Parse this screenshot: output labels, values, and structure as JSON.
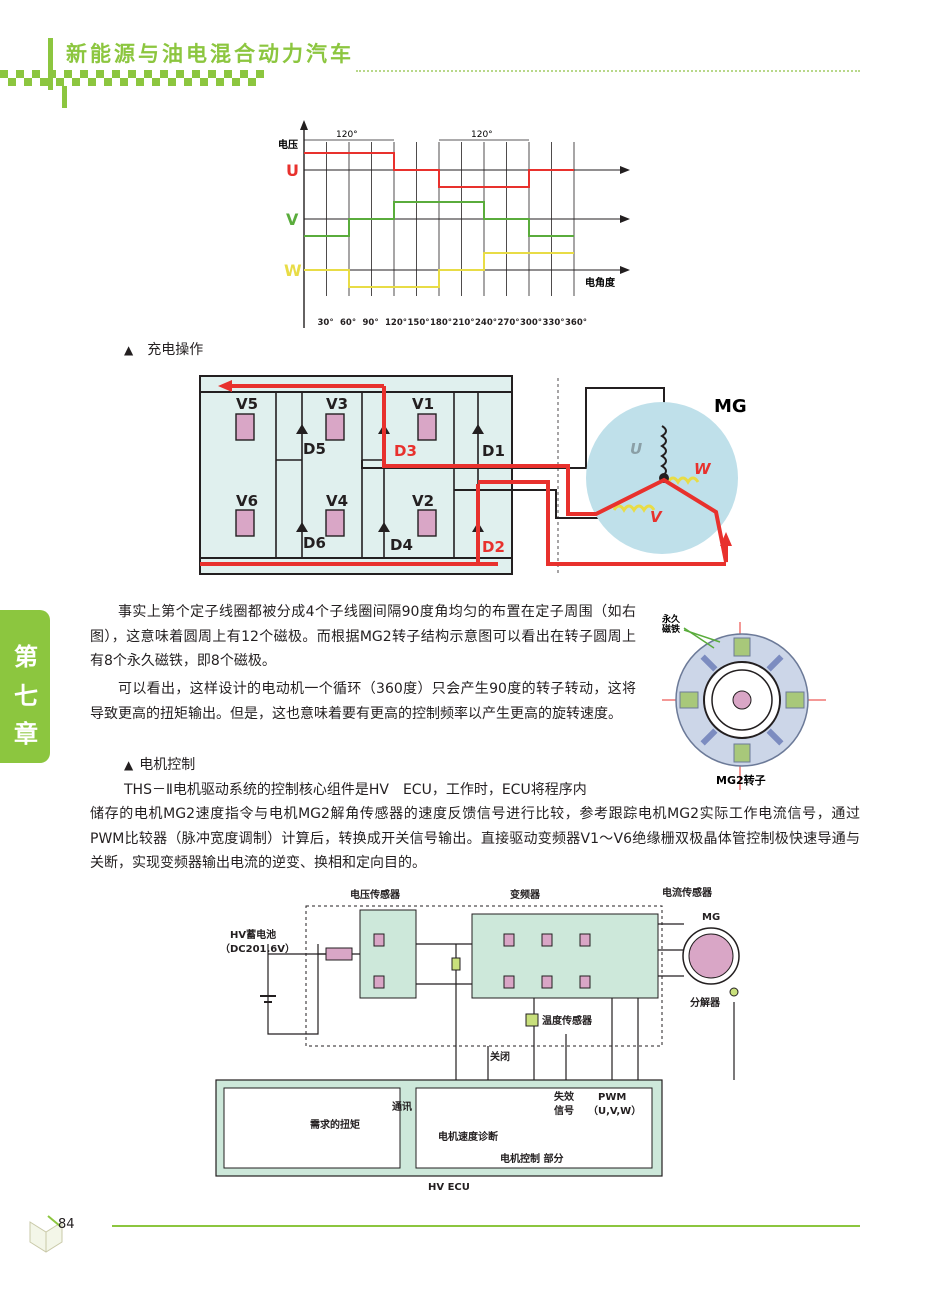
{
  "header": {
    "title": "新能源与油电混合动力汽车"
  },
  "chapter_tab": {
    "chars": [
      "第",
      "七",
      "章"
    ]
  },
  "waveform": {
    "y_label": "电压",
    "x_label": "电角度",
    "span_left": "120°",
    "span_right": "120°",
    "phases": [
      "U",
      "V",
      "W"
    ],
    "ticks": [
      "30°",
      "60°",
      "90°",
      "120°",
      "150°",
      "180°",
      "210°",
      "240°",
      "270°",
      "300°",
      "330°",
      "360°"
    ],
    "colors": {
      "U": "#e8312d",
      "V": "#5aac3c",
      "W": "#e8dc46"
    },
    "levels": {
      "U": [
        1,
        1,
        1,
        1,
        0,
        0,
        -1,
        -1,
        -1,
        -1,
        0,
        0
      ],
      "V": [
        -1,
        -1,
        0,
        0,
        1,
        1,
        1,
        1,
        0,
        0,
        -1,
        -1
      ],
      "W": [
        0,
        0,
        -1,
        -1,
        -1,
        -1,
        0,
        0,
        1,
        1,
        1,
        1
      ]
    }
  },
  "caption_charging": "充电操作",
  "inverter": {
    "transistors_top": [
      "V5",
      "V3",
      "V1"
    ],
    "transistors_bottom": [
      "V6",
      "V4",
      "V2"
    ],
    "diodes_top": [
      "D5",
      "D3",
      "D1"
    ],
    "diodes_bottom": [
      "D6",
      "D4",
      "D2"
    ],
    "motor_label": "MG",
    "phase_u": "U",
    "phase_v": "V",
    "phase_w": "W"
  },
  "rotor": {
    "magnet_label_line1": "永久",
    "magnet_label_line2": "磁铁",
    "caption": "MG2转子"
  },
  "paragraphs": [
    "事实上第个定子线圈都被分成4个子线圈间隔90度角均匀的布置在定子周围（如右图），这意味着圆周上有12个磁极。而根据MG2转子结构示意图可以看出在转子圆周上有8个永久磁铁，即8个磁极。",
    "可以看出，这样设计的电动机一个循环（360度）只会产生90度的转子转动，这将导致更高的扭矩输出。但是，这也意味着要有更高的控制频率以产生更高的旋转速度。"
  ],
  "heading_motor_control": "电机控制",
  "para_control_line1": "THS－Ⅱ电机驱动系统的控制核心组件是HV　ECU，工作时，ECU将程序内",
  "para_control_rest": "储存的电机MG2速度指令与电机MG2解角传感器的速度反馈信号进行比较，参考跟踪电机MG2实际工作电流信号，通过PWM比较器（脉冲宽度调制）计算后，转换成开关信号输出。直接驱动变频器V1～V6绝缘栅双极晶体管控制极快速导通与关断，实现变频器输出电流的逆变、换相和定向目的。",
  "control_diagram": {
    "voltage_sensor": "电压传感器",
    "inverter": "变频器",
    "current_sensor": "电流传感器",
    "mg": "MG",
    "battery_line1": "HV蓄电池",
    "battery_line2": "（DC201.6V）",
    "resolver": "分解器",
    "temp_sensor": "温度传感器",
    "shutdown": "关闭",
    "comm": "通讯",
    "fail_line1": "失效",
    "fail_line2": "信号",
    "pwm_line1": "PWM",
    "pwm_line2": "（U,V,W）",
    "torque": "需求的扭矩",
    "speed_diag": "电机速度诊断",
    "motor_ctrl": "电机控制 部分",
    "ecu": "HV ECU"
  },
  "footer": {
    "page_number": "84"
  }
}
